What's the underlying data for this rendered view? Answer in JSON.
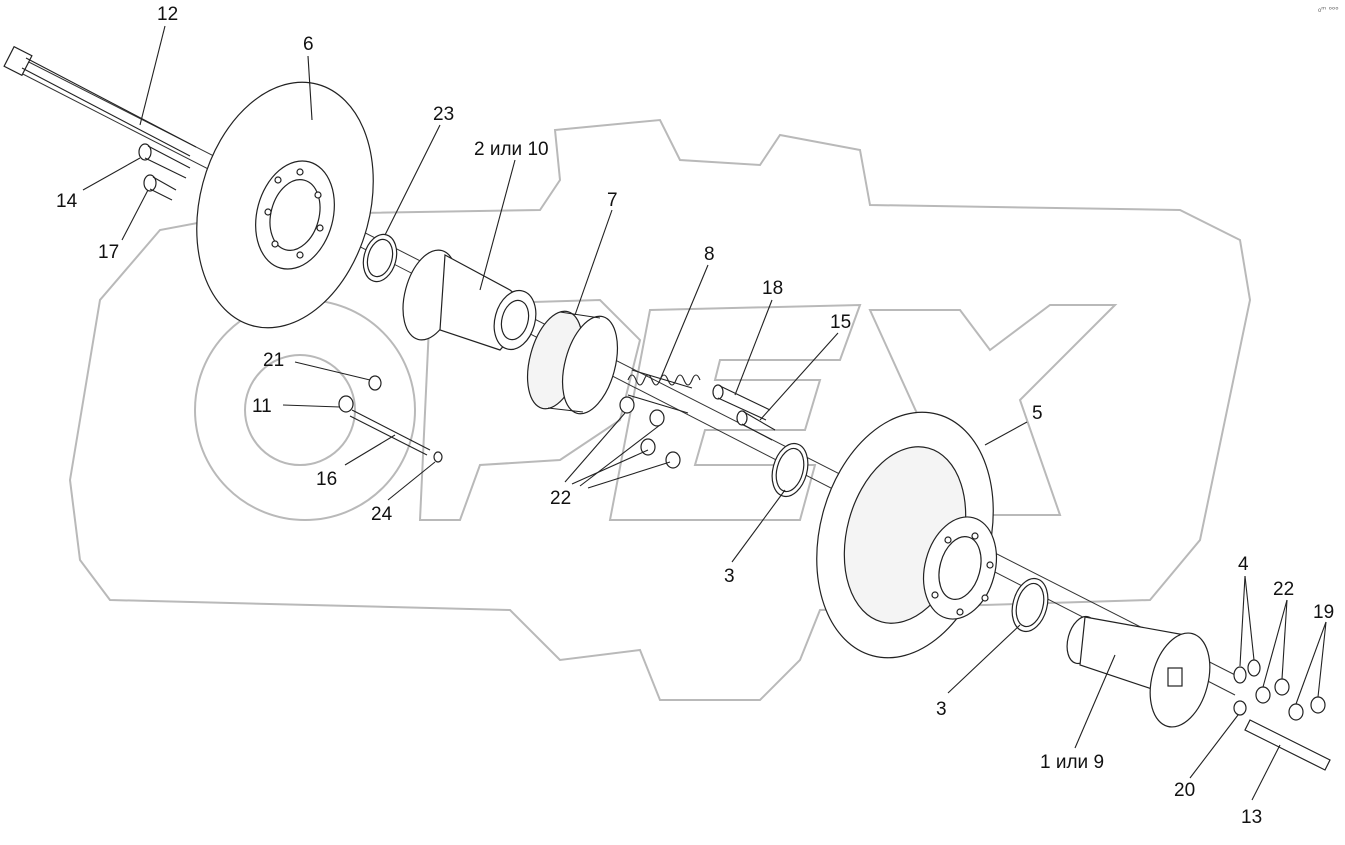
{
  "corner_mark": "₀ᵐ ᵒᵒᵒ",
  "callouts": {
    "c12": "12",
    "c6": "6",
    "c23": "23",
    "c2or10": "2 или 10",
    "c7": "7",
    "c8": "8",
    "c18": "18",
    "c15": "15",
    "c14": "14",
    "c17": "17",
    "c21": "21",
    "c11": "11",
    "c16": "16",
    "c24": "24",
    "c22a": "22",
    "c3a": "3",
    "c5": "5",
    "c3b": "3",
    "c4": "4",
    "c22b": "22",
    "c19": "19",
    "c1or9": "1 или 9",
    "c20": "20",
    "c13": "13"
  }
}
